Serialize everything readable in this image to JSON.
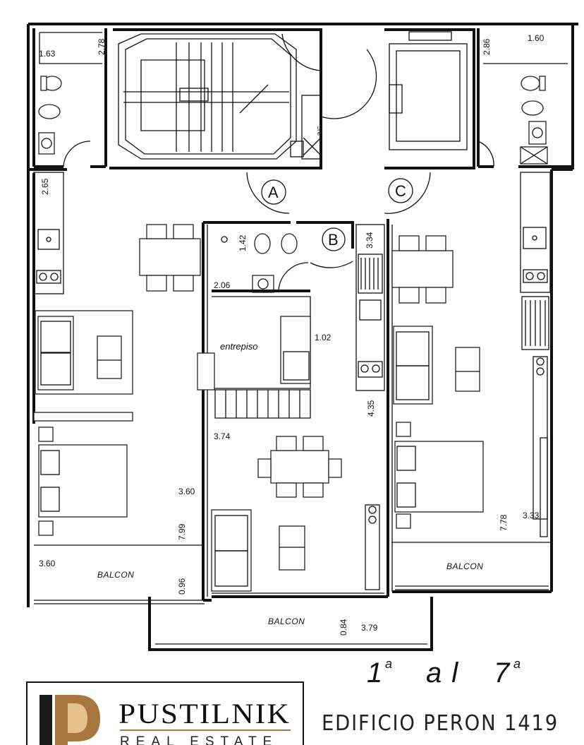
{
  "dimensions": {
    "d163": "1.63",
    "d278": "2.78",
    "d286": "2.86",
    "d160": "1.60",
    "d265": "2.65",
    "d142": "1.42",
    "d334": "3.34",
    "d206": "2.06",
    "d102": "1.02",
    "d435": "4.35",
    "d374": "3.74",
    "d360a": "3.60",
    "d799": "7.99",
    "d360b": "3.60",
    "d096": "0.96",
    "d778": "7.78",
    "d333": "3.33",
    "d084": "0.84",
    "d379": "3.79"
  },
  "units": {
    "a": "A",
    "b": "B",
    "c": "C"
  },
  "rooms": {
    "entrepiso": "entrepiso",
    "balcon_left": "BALCON",
    "balcon_right": "BALCON",
    "balcon_center": "BALCON",
    "inc": "INC."
  },
  "floors": {
    "from": "1",
    "to": "7",
    "label_sup": "a",
    "al": "al"
  },
  "building": "EDIFICIO PERON 1419",
  "brand": {
    "name": "PUSTILNIK",
    "sub": "REAL ESTATE",
    "colors": {
      "gold": "#a8773f",
      "dark": "#1a1a1a"
    }
  }
}
